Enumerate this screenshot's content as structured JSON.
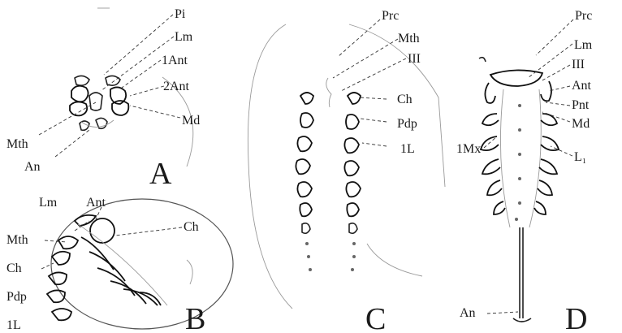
{
  "panels": {
    "A": {
      "letter": "A",
      "labels": {
        "pi": "Pi",
        "lm": "Lm",
        "ant1": "1Ant",
        "ant2": "2Ant",
        "md": "Md",
        "mth": "Mth",
        "an": "An"
      }
    },
    "B": {
      "letter": "B",
      "labels": {
        "lm": "Lm",
        "ant": "Ant",
        "mth": "Mth",
        "ch_left": "Ch",
        "ch_right": "Ch",
        "pdp": "Pdp",
        "l1": "1L"
      }
    },
    "C": {
      "letter": "C",
      "labels": {
        "prc": "Prc",
        "mth": "Mth",
        "iii": "III",
        "ch": "Ch",
        "pdp": "Pdp",
        "l1": "1L"
      }
    },
    "D": {
      "letter": "D",
      "labels": {
        "prc": "Prc",
        "lm": "Lm",
        "iii": "III",
        "ant": "Ant",
        "pnt": "Pnt",
        "md": "Md",
        "mx1": "1Mx",
        "l1": "L₁",
        "an": "An"
      }
    }
  }
}
